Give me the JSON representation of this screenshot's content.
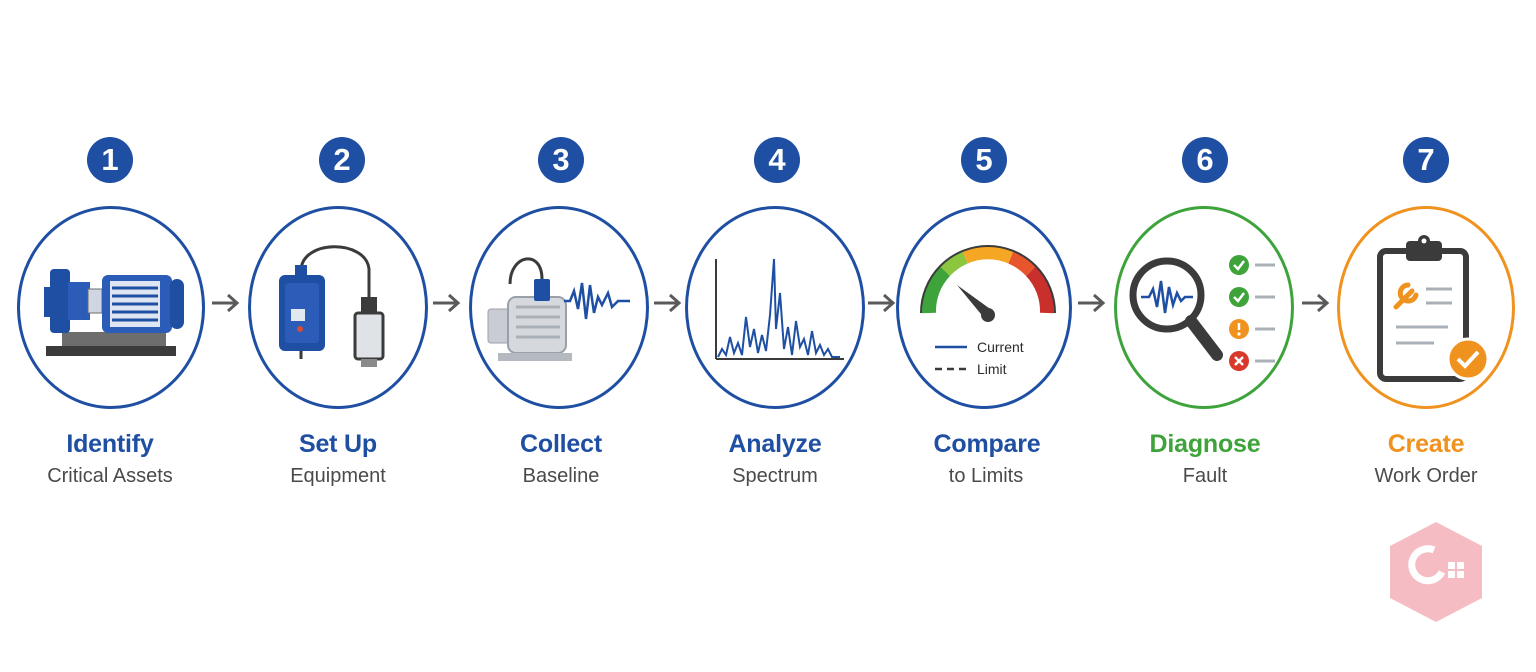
{
  "steps": [
    {
      "number": "1",
      "title": "Identify",
      "subtitle": "Critical Assets",
      "icon": "pump-motor-icon",
      "color": "#1e4fa3"
    },
    {
      "number": "2",
      "title": "Set Up",
      "subtitle": "Equipment",
      "icon": "vibration-analyzer-icon",
      "color": "#1e4fa3"
    },
    {
      "number": "3",
      "title": "Collect",
      "subtitle": "Baseline",
      "icon": "pump-sensor-waveform-icon",
      "color": "#1e4fa3"
    },
    {
      "number": "4",
      "title": "Analyze",
      "subtitle": "Spectrum",
      "icon": "spectrum-chart-icon",
      "color": "#1e4fa3"
    },
    {
      "number": "5",
      "title": "Compare",
      "subtitle": "to Limits",
      "icon": "gauge-icon",
      "color": "#1e4fa3",
      "legend": {
        "current": "Current",
        "limit": "Limit"
      }
    },
    {
      "number": "6",
      "title": "Diagnose",
      "subtitle": "Fault",
      "icon": "magnifier-checklist-icon",
      "color": "#3ea33b"
    },
    {
      "number": "7",
      "title": "Create",
      "subtitle": "Work Order",
      "icon": "clipboard-wrench-icon",
      "color": "#f0921e"
    }
  ],
  "colors": {
    "primary_blue": "#1e4fa3",
    "green": "#3ea33b",
    "orange": "#f0921e",
    "arrow_gray": "#5a5a5a",
    "subtitle_gray": "#4a4a4a"
  }
}
